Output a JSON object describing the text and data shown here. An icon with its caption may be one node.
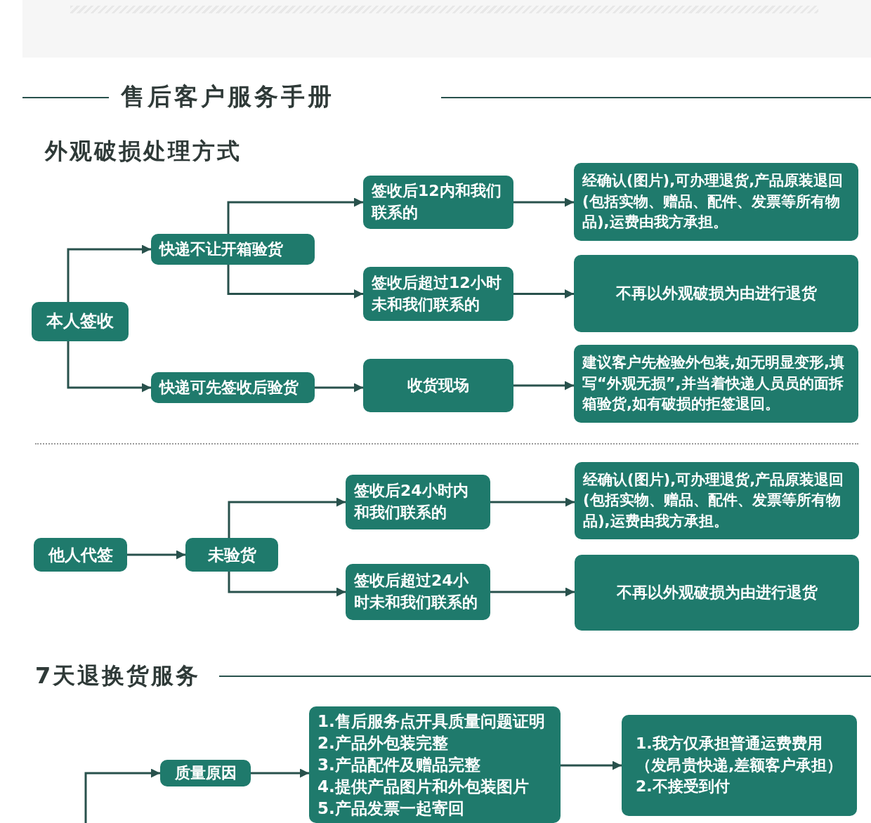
{
  "diagram": {
    "title": "售后客户服务手册",
    "nodes": [
      {
        "text": [
          "本人签收"
        ]
      },
      {
        "text": [
          "快递不让开箱验货"
        ]
      },
      {
        "text": [
          "快递可先签收后验货"
        ]
      },
      {
        "text": [
          "签收后12内和我们联系的"
        ]
      },
      {
        "text": [
          "签收后超过12小时未和我们联系的"
        ]
      },
      {
        "text": [
          "收货现场"
        ]
      },
      {
        "text": [
          "经确认(图片),可办理退货,产品原装退回(包括实物、赠品、配件、发票等所有物品),运费由我方承担。"
        ]
      },
      {
        "text": [
          "不再以外观破损为由进行退货"
        ]
      },
      {
        "text": [
          "建议客户先检验外包装,如无明显变形,填写“外观无损”,并当着快递人员员的面拆箱验货,如有破损的拒签退回。"
        ]
      },
      {
        "text": [
          "他人代签"
        ]
      },
      {
        "text": [
          "未验货"
        ]
      },
      {
        "text": [
          "签收后24小时内和我们联系的"
        ]
      },
      {
        "text": [
          "签收后超过24小时未和我们联系的"
        ]
      },
      {
        "text": [
          "经确认(图片),可办理退货,产品原装退回(包括实物、赠品、配件、发票等所有物品),运费由我方承担。"
        ]
      },
      {
        "text": [
          "不再以外观破损为由进行退货"
        ]
      },
      {
        "text": [
          "质量原因"
        ]
      },
      {
        "text": [
          "1.售后服务点开具质量问题证明",
          "2.产品外包装完整",
          "3.产品配件及赠品完整",
          "4.提供产品图片和外包装图片",
          "5.产品发票一起寄回"
        ]
      },
      {
        "text": [
          "1.我方仅承担普通运费费用（发昂贵快递,差额客户承担）",
          "2.不接受到付"
        ]
      }
    ],
    "edges": [
      {
        "from": 0,
        "to": 1,
        "arrow": "to"
      },
      {
        "from": 0,
        "to": 2,
        "arrow": "to"
      },
      {
        "from": 1,
        "to": 3,
        "arrow": "to"
      },
      {
        "from": 1,
        "to": 4,
        "arrow": "to"
      },
      {
        "from": 2,
        "to": 5,
        "arrow": "to"
      },
      {
        "from": 3,
        "to": 6,
        "arrow": "to"
      },
      {
        "from": 4,
        "to": 7,
        "arrow": "to"
      },
      {
        "from": 5,
        "to": 8,
        "arrow": "to"
      },
      {
        "from": 9,
        "to": 10,
        "arrow": "to"
      },
      {
        "from": 10,
        "to": 11,
        "arrow": "to"
      },
      {
        "from": 10,
        "to": 12,
        "arrow": "to"
      },
      {
        "from": 11,
        "to": 13,
        "arrow": "to"
      },
      {
        "from": 12,
        "to": 14,
        "arrow": "to"
      },
      {
        "from": null,
        "to": 15,
        "arrow": "to"
      },
      {
        "from": 15,
        "to": 16,
        "arrow": "to"
      },
      {
        "from": 16,
        "to": 17,
        "arrow": "to"
      }
    ],
    "labels": [
      "外观破损处理方式",
      "7天退换货服务"
    ]
  }
}
